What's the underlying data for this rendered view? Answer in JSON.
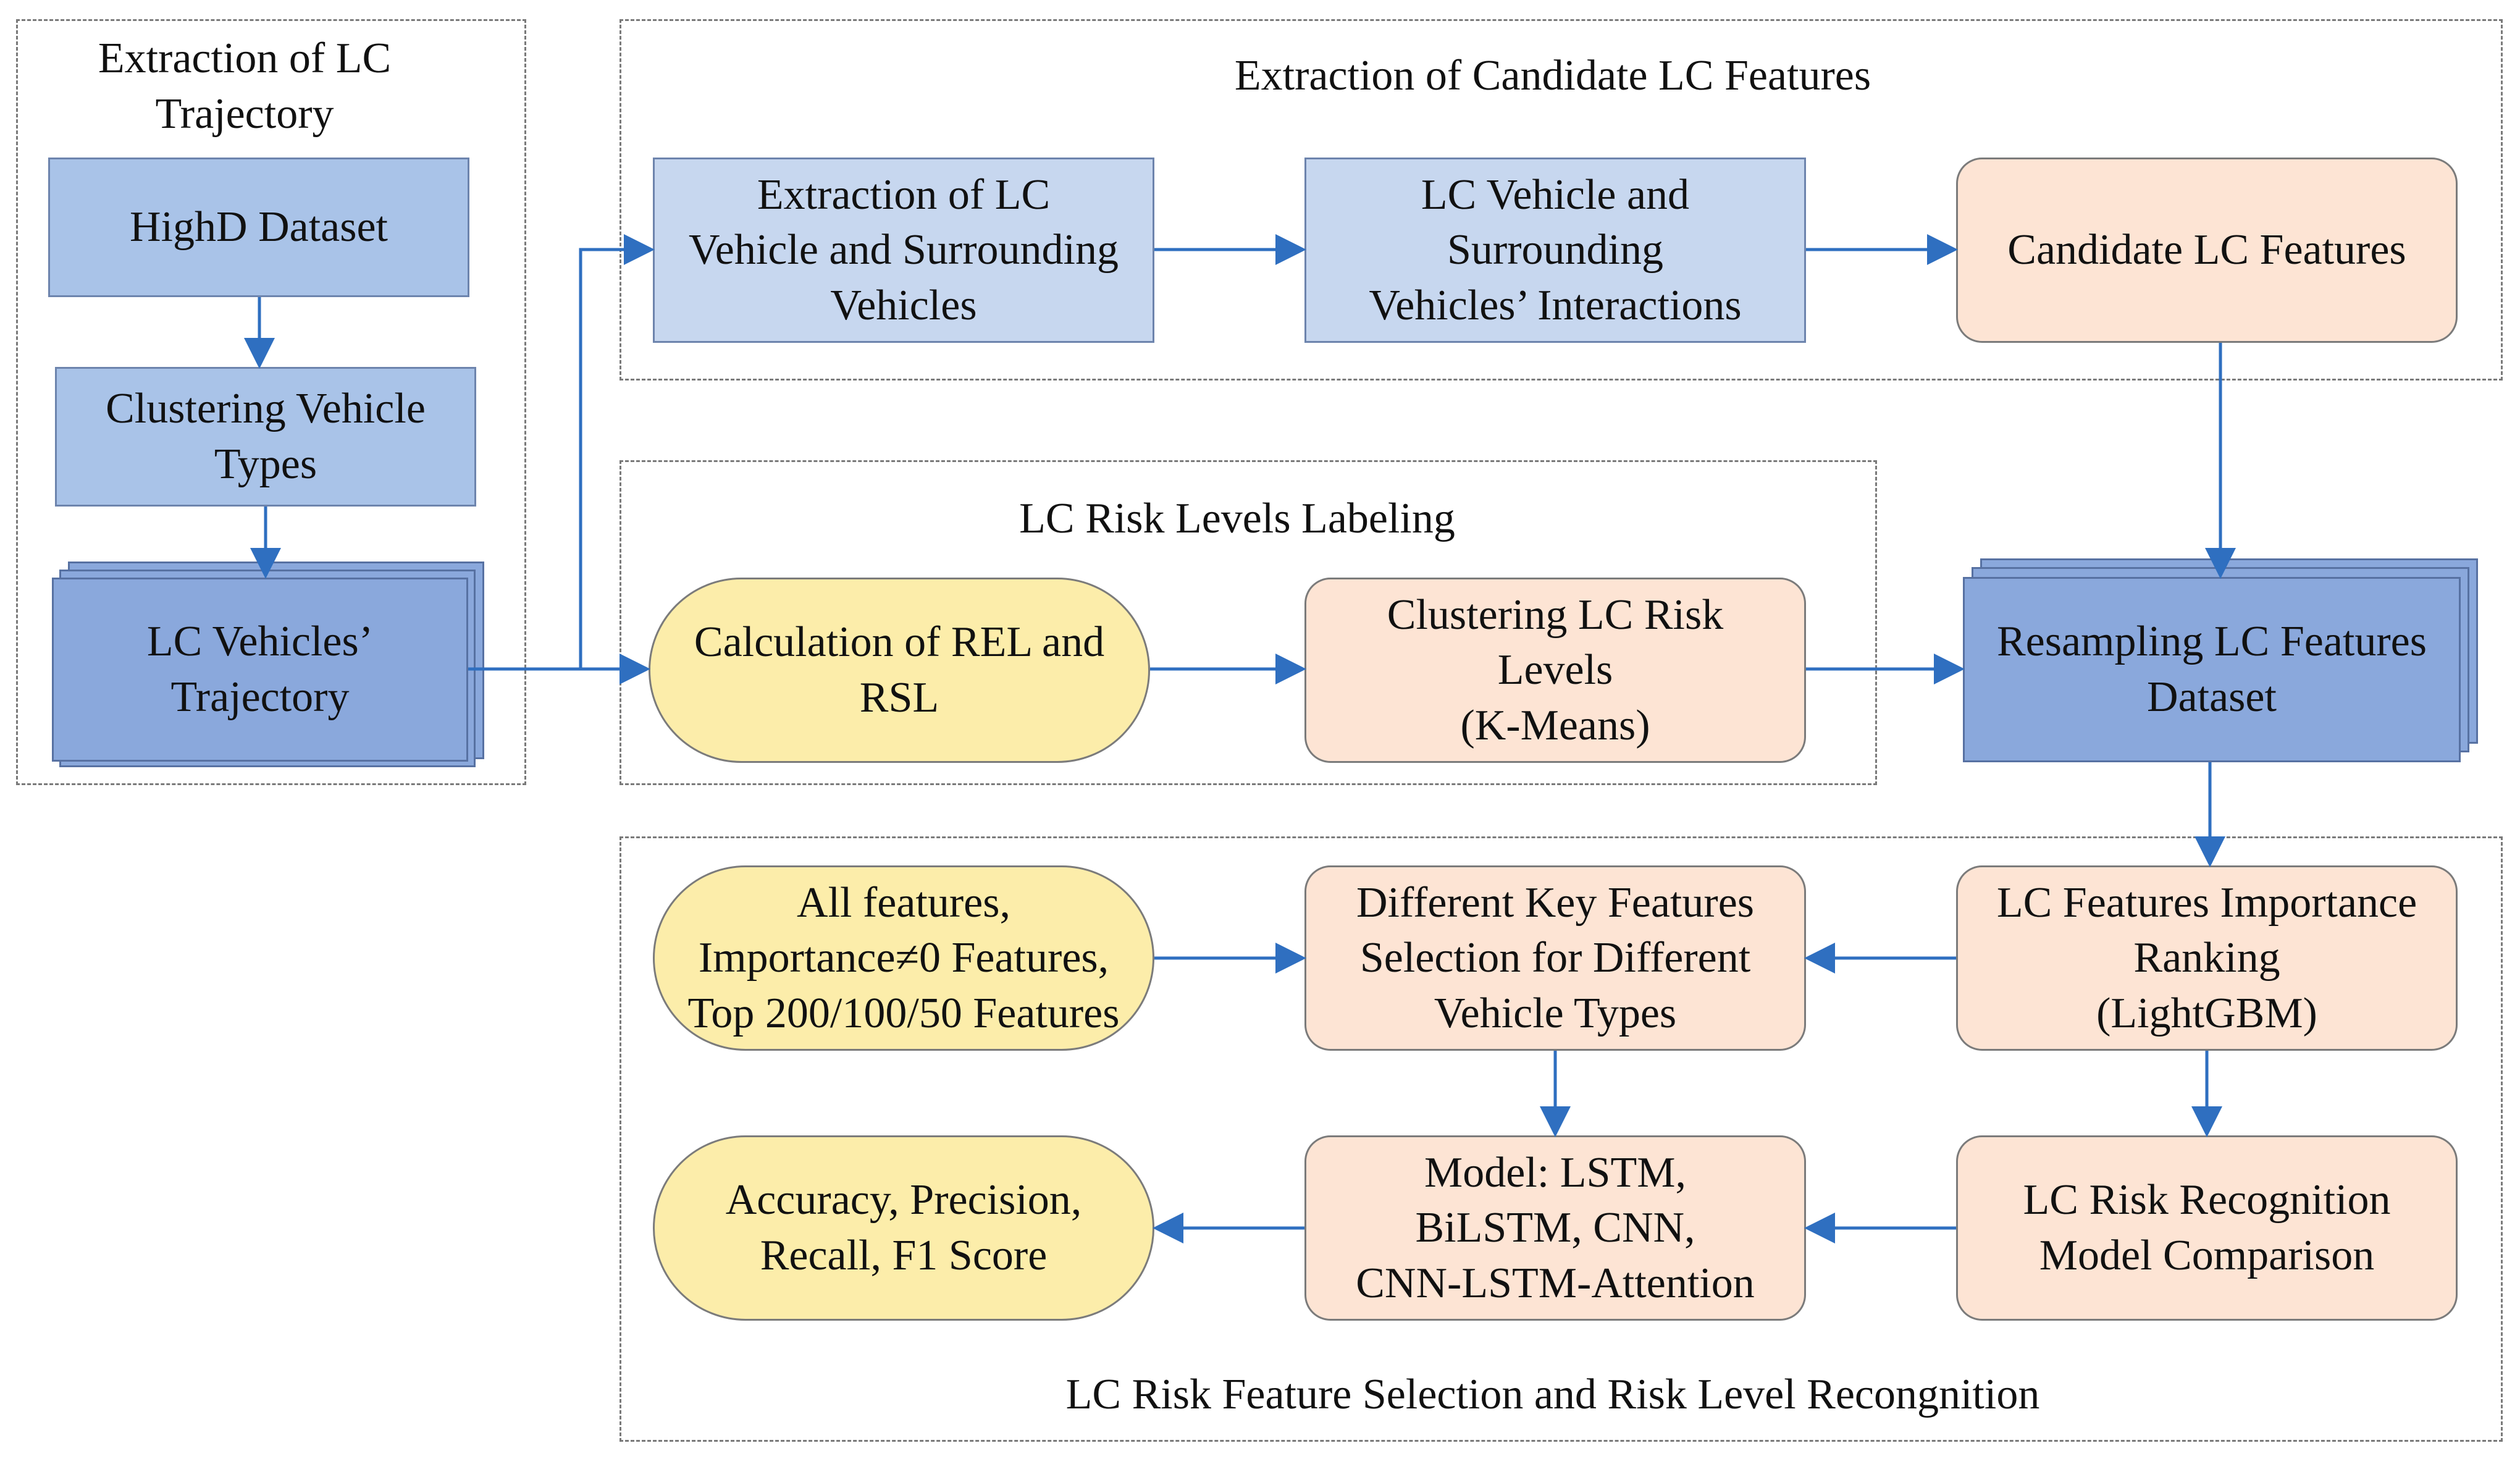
{
  "groups": {
    "trajectory": "Extraction of LC\nTrajectory",
    "candidate": "Extraction of Candidate LC Features",
    "risk_labeling": "LC Risk Levels  Labeling",
    "selection": "LC Risk Feature Selection and Risk Level Recongnition"
  },
  "nodes": {
    "highd": "HighD  Dataset",
    "clustering_types": "Clustering Vehicle\nTypes",
    "lc_trajectory": "LC Vehicles’\nTrajectory",
    "extraction_surrounding": "Extraction of  LC\nVehicle and Surrounding\nVehicles",
    "interactions": "LC Vehicle and\nSurrounding\nVehicles’  Interactions",
    "candidate_features": "Candidate LC Features",
    "calc_rel_rsl": "Calculation  of REL and\nRSL",
    "clustering_risk": "Clustering LC Risk\nLevels\n(K-Means)",
    "resampling": "Resampling LC Features\nDataset",
    "feature_sets": "All features,\nImportance≠0 Features,\nTop 200/100/50 Features",
    "key_features": "Different  Key Features\nSelection for Different\nVehicle Types",
    "importance_ranking": "LC Features Importance\nRanking\n(LightGBM)",
    "metrics": "Accuracy, Precision,\nRecall, F1 Score",
    "models": "Model: LSTM,\nBiLSTM, CNN,\nCNN-LSTM-Attention",
    "model_comparison": "LC Risk Recognition\nModel Comparison"
  },
  "colors": {
    "arrow": "#2f6fc0",
    "blue": "#a9c3e8",
    "light_blue": "#c7d7ef",
    "dark_blue": "#8aa8dc",
    "peach": "#fde4d4",
    "yellow": "#fcedaa",
    "dashed_border": "#7a7a7a"
  }
}
